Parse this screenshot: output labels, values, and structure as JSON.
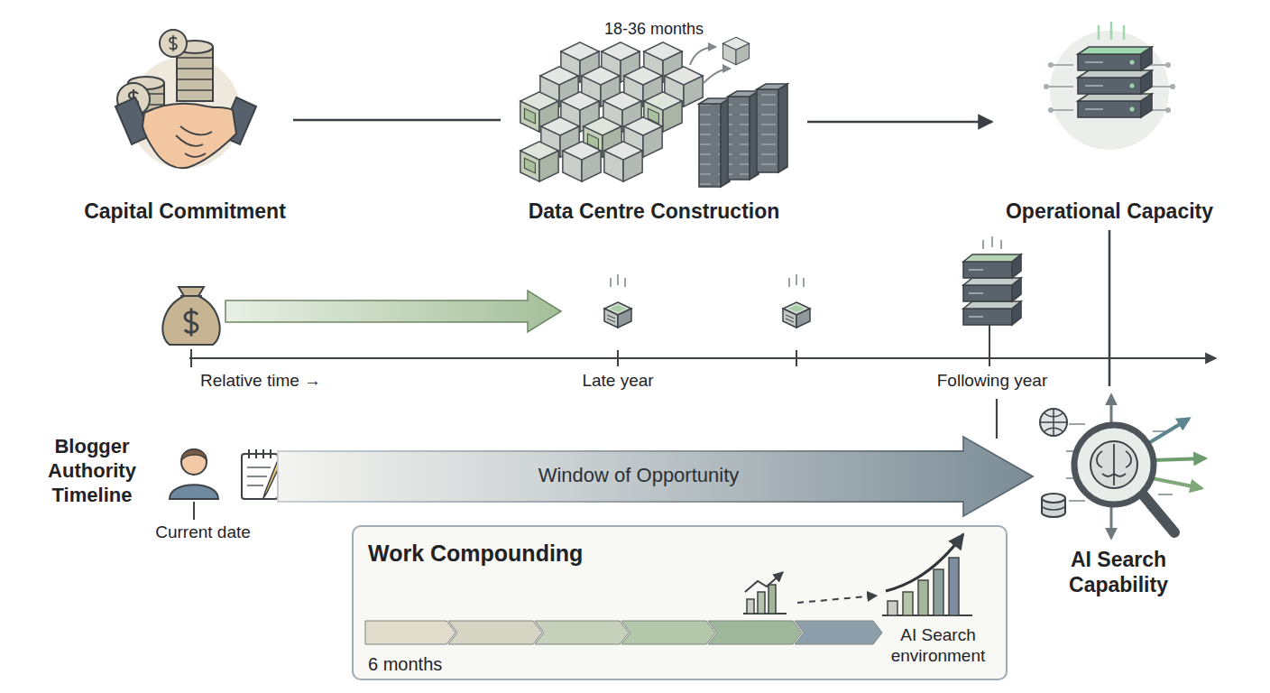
{
  "diagram": {
    "nodes": [
      {
        "text": [
          "Capital Commitment"
        ]
      },
      {
        "text": [
          "Data Centre Construction"
        ]
      },
      {
        "text": [
          "Operational Capacity"
        ]
      },
      {
        "text": [
          "Window of Opportunity"
        ]
      },
      {
        "text": [
          "Work Compounding",
          "6 months",
          "AI Search environment"
        ]
      },
      {
        "text": [
          "AI Search Capability"
        ]
      }
    ],
    "edges": [
      {
        "from": 0,
        "to": 1,
        "arrow": "none"
      },
      {
        "from": 1,
        "to": 2,
        "arrow": "to"
      },
      {
        "from": 2,
        "to": 5,
        "arrow": "none"
      }
    ],
    "labels": [
      "18-36 months",
      "Relative time →",
      "Late year",
      "Following year",
      "Blogger Authority Timeline",
      "Current date"
    ]
  }
}
